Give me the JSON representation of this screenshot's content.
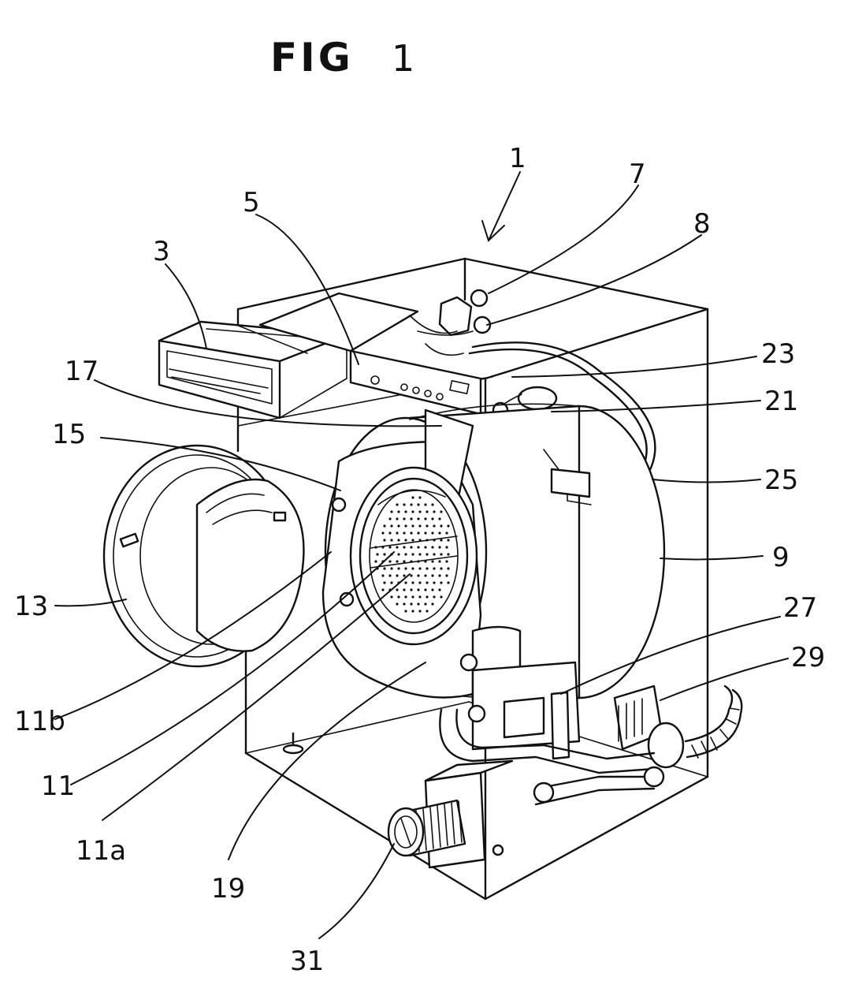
{
  "figure": {
    "title": "FIG.1",
    "title_letters": "FIG",
    "title_number": "1"
  },
  "labels": {
    "l1": "1",
    "l3": "3",
    "l5": "5",
    "l7": "7",
    "l8": "8",
    "l9": "9",
    "l11": "11",
    "l11a": "11a",
    "l11b": "11b",
    "l13": "13",
    "l15": "15",
    "l17": "17",
    "l19": "19",
    "l21": "21",
    "l23": "23",
    "l25": "25",
    "l27": "27",
    "l29": "29",
    "l31": "31"
  }
}
